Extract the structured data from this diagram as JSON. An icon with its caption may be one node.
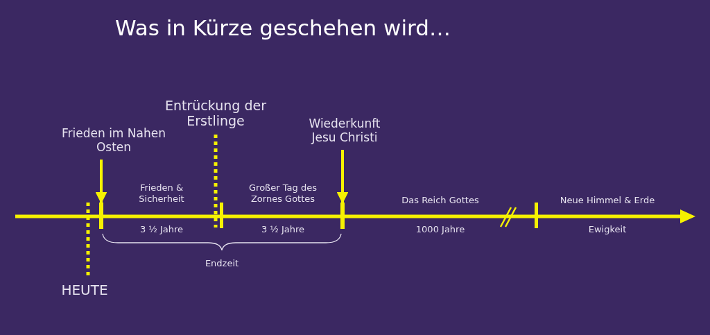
{
  "diagram": {
    "title": "Was in Kürze geschehen wird…",
    "nodes": [
      {
        "text": [
          "Frieden im Nahen Osten"
        ]
      },
      {
        "text": [],
        "shape": "bar"
      },
      {
        "text": [
          "Entrückung der Erstlinge"
        ]
      },
      {
        "text": [
          "Wiederkunft Jesu Christi"
        ]
      },
      {
        "text": [],
        "shape": "bar"
      },
      {
        "text": [
          "HEUTE"
        ]
      }
    ],
    "edges": [
      {
        "from": 0,
        "to": 1,
        "arrow": "to"
      },
      {
        "from": 2,
        "to": null,
        "arrow": "none",
        "style": "dashed"
      },
      {
        "from": 3,
        "to": 4,
        "arrow": "to"
      },
      {
        "from": null,
        "to": 5,
        "arrow": "none",
        "style": "dashed"
      }
    ],
    "labels": [
      "Frieden & Sicherheit",
      "Großer Tag des Zornes Gottes",
      "Das Reich Gottes",
      "Neue Himmel & Erde",
      "3 ½ Jahre",
      "3 ½ Jahre",
      "1000 Jahre",
      "Ewigkeit",
      "Endzeit"
    ]
  }
}
